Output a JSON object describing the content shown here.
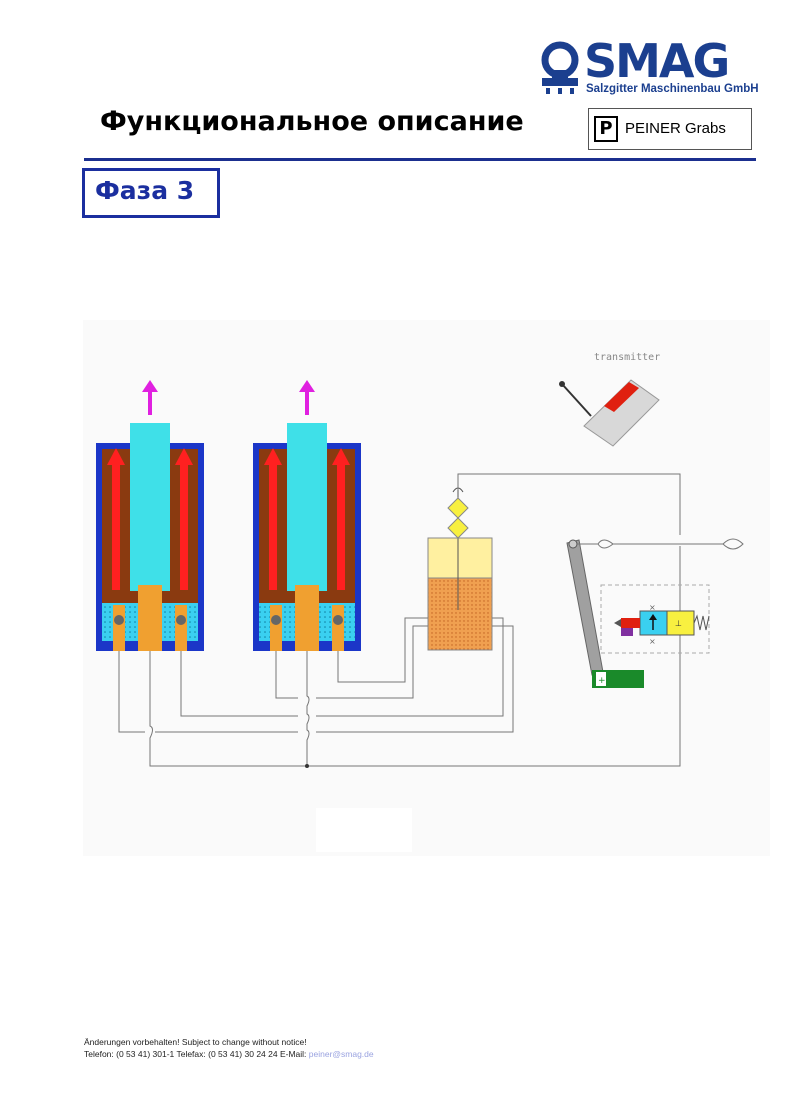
{
  "logo": {
    "word": "SMAG",
    "subtitle": "Salzgitter Maschinenbau GmbH",
    "color": "#1b3f8f"
  },
  "header": {
    "title": "Функциональное описание",
    "brand_letter": "P",
    "brand": "PEINER Grabs"
  },
  "phase": {
    "label": "Фаза 3"
  },
  "diagram": {
    "transmitter_label": "transmitter",
    "colors": {
      "frame": "#1b36c8",
      "piston": "#3fe0e8",
      "rod": "#f0a030",
      "brown": "#8a3a10",
      "arrow": "#ff2020",
      "up_arrow": "#e020e0",
      "tank_oil": "#f0a050",
      "tank_air": "#fff0a0",
      "valve_blue": "#3ad0f0",
      "valve_yellow": "#f8f040",
      "lever": "#a0a0a0",
      "green": "#1a8a2a"
    }
  },
  "footer": {
    "line1": "Änderungen vorbehalten! Subject to change without notice!",
    "line2": "Telefon: (0 53 41) 301-1 Telefax: (0 53 41) 30 24 24 E-Mail: ",
    "email": "peiner@smag.de"
  }
}
